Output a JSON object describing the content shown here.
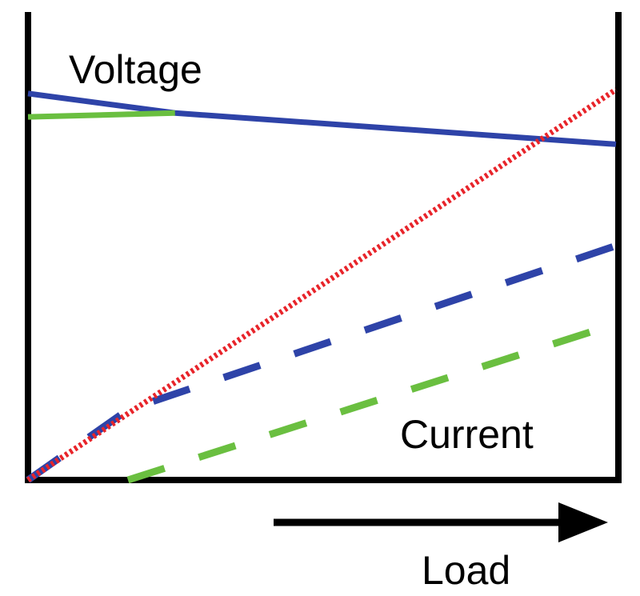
{
  "chart_data": {
    "type": "line",
    "x_axis": {
      "label": "Load",
      "arrow": "right"
    },
    "xlim": [
      0,
      100
    ],
    "ylim": [
      0,
      100
    ],
    "annotations": [
      {
        "text": "Voltage",
        "near": "top-left"
      },
      {
        "text": "Current",
        "near": "bottom-right"
      }
    ],
    "series": [
      {
        "id": "voltage-blue",
        "color": "#2e43a8",
        "style": "solid",
        "points": [
          [
            0,
            99
          ],
          [
            25,
            94
          ],
          [
            100,
            86
          ]
        ]
      },
      {
        "id": "voltage-green",
        "color": "#6abf40",
        "style": "solid",
        "points": [
          [
            0,
            93
          ],
          [
            25,
            94
          ]
        ]
      },
      {
        "id": "current-blue",
        "color": "#2e43a8",
        "style": "dashed",
        "points": [
          [
            0,
            0
          ],
          [
            17,
            18
          ],
          [
            100,
            60
          ]
        ]
      },
      {
        "id": "current-green",
        "color": "#6abf40",
        "style": "dashed",
        "points": [
          [
            17,
            0
          ],
          [
            100,
            40
          ]
        ]
      },
      {
        "id": "reference-red",
        "color": "#e8242a",
        "style": "dotted",
        "points": [
          [
            0,
            0
          ],
          [
            100,
            100
          ]
        ]
      }
    ],
    "grid": false,
    "legend": "none"
  }
}
